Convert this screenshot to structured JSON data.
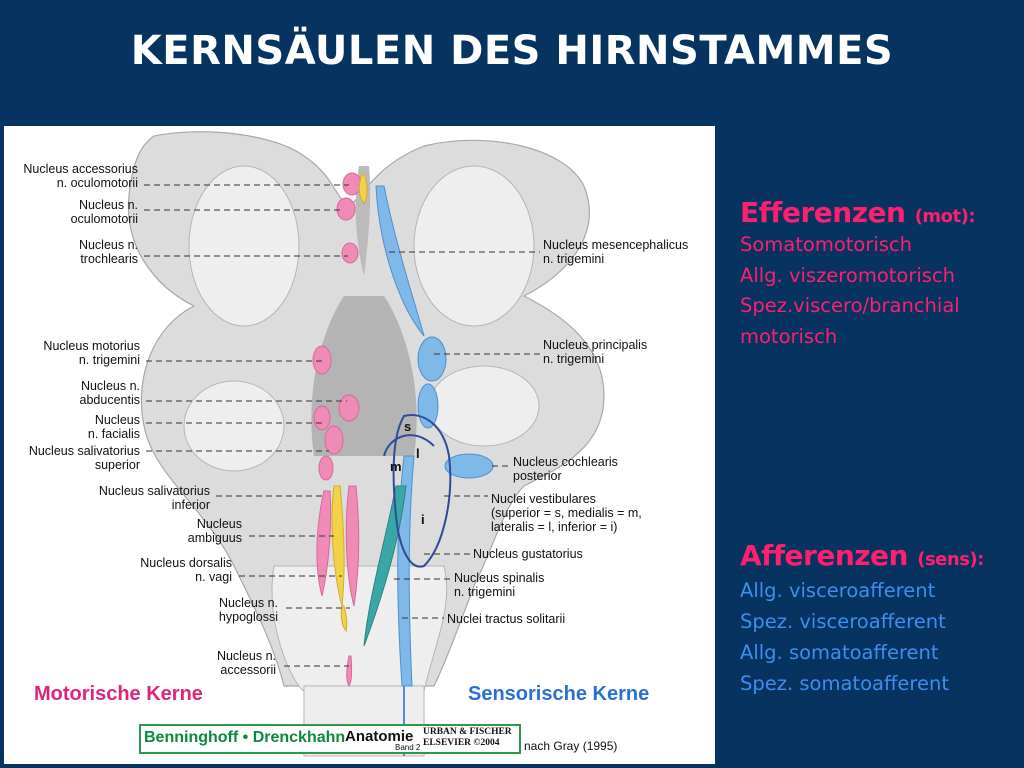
{
  "title": "KERNSÄULEN DES HIRNSTAMMES",
  "figure": {
    "labels_left": [
      "Nucleus accessorius",
      "n. oculomotorii",
      "Nucleus n.",
      "oculomotorii",
      "Nucleus n.",
      "trochlearis",
      "Nucleus motorius",
      "n. trigemini",
      "Nucleus n.",
      "abducentis",
      "Nucleus",
      "n. facialis",
      "Nucleus salivatorius",
      "superior",
      "Nucleus salivatorius",
      "inferior",
      "Nucleus",
      "ambiguus",
      "Nucleus dorsalis",
      "n. vagi",
      "Nucleus n.",
      "hypoglossi",
      "Nucleus n.",
      "accessorii"
    ],
    "labels_right": [
      "Nucleus mesencephalicus",
      "n. trigemini",
      "Nucleus principalis",
      "n. trigemini",
      "Nucleus cochlearis",
      "posterior",
      "Nuclei vestibulares",
      "(superior = s, medialis = m,",
      "lateralis = l, inferior = i)",
      "Nucleus gustatorius",
      "Nucleus spinalis",
      "n. trigemini",
      "Nuclei tractus solitarii"
    ],
    "letters": [
      "s",
      "l",
      "m",
      "i"
    ],
    "legend_motor": "Motorische Kerne",
    "legend_sensor": "Sensorische Kerne",
    "credit_author": "Benninghoff • Drenckhahn",
    "credit_title": "Anatomie",
    "credit_band": "Band 2",
    "credit_publisher": "URBAN & FISCHER ELSEVIER ©2004",
    "credit_note": "nach Gray (1995)"
  },
  "efferenzen": {
    "head": "Efferenzen",
    "head_small": "(mot):",
    "items": [
      "Somatomotorisch",
      "Allg. viszeromotorisch",
      "Spez.viscero/branchial",
      "motorisch"
    ]
  },
  "afferenzen": {
    "head": "Afferenzen",
    "head_small": "(sens):",
    "items": [
      "Allg. visceroafferent",
      "Spez. visceroafferent",
      "Allg. somatoafferent",
      "Spez. somatoafferent"
    ]
  },
  "colors": {
    "background": "#06335f",
    "motor_pink": "#e0247a",
    "sensor_blue": "#2a6fd6",
    "efferent_text": "#ff1f6e",
    "afferent_text": "#3d8ef0"
  }
}
